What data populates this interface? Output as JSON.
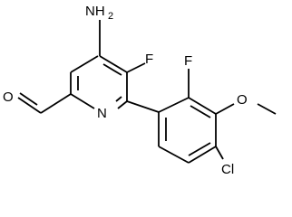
{
  "molecule": {
    "atoms": {
      "amine": {
        "label": "NH",
        "subscript": "2"
      },
      "fluorine_ring": {
        "label": "F"
      },
      "fluorine_aryl": {
        "label": "F"
      },
      "nitrogen": {
        "label": "N"
      },
      "oxygen_aldehyde": {
        "label": "O"
      },
      "oxygen_methoxy": {
        "label": "O"
      },
      "chlorine": {
        "label": "Cl"
      }
    },
    "colors": {
      "bond": "#000000",
      "label": "#000000",
      "background": "#ffffff"
    }
  }
}
